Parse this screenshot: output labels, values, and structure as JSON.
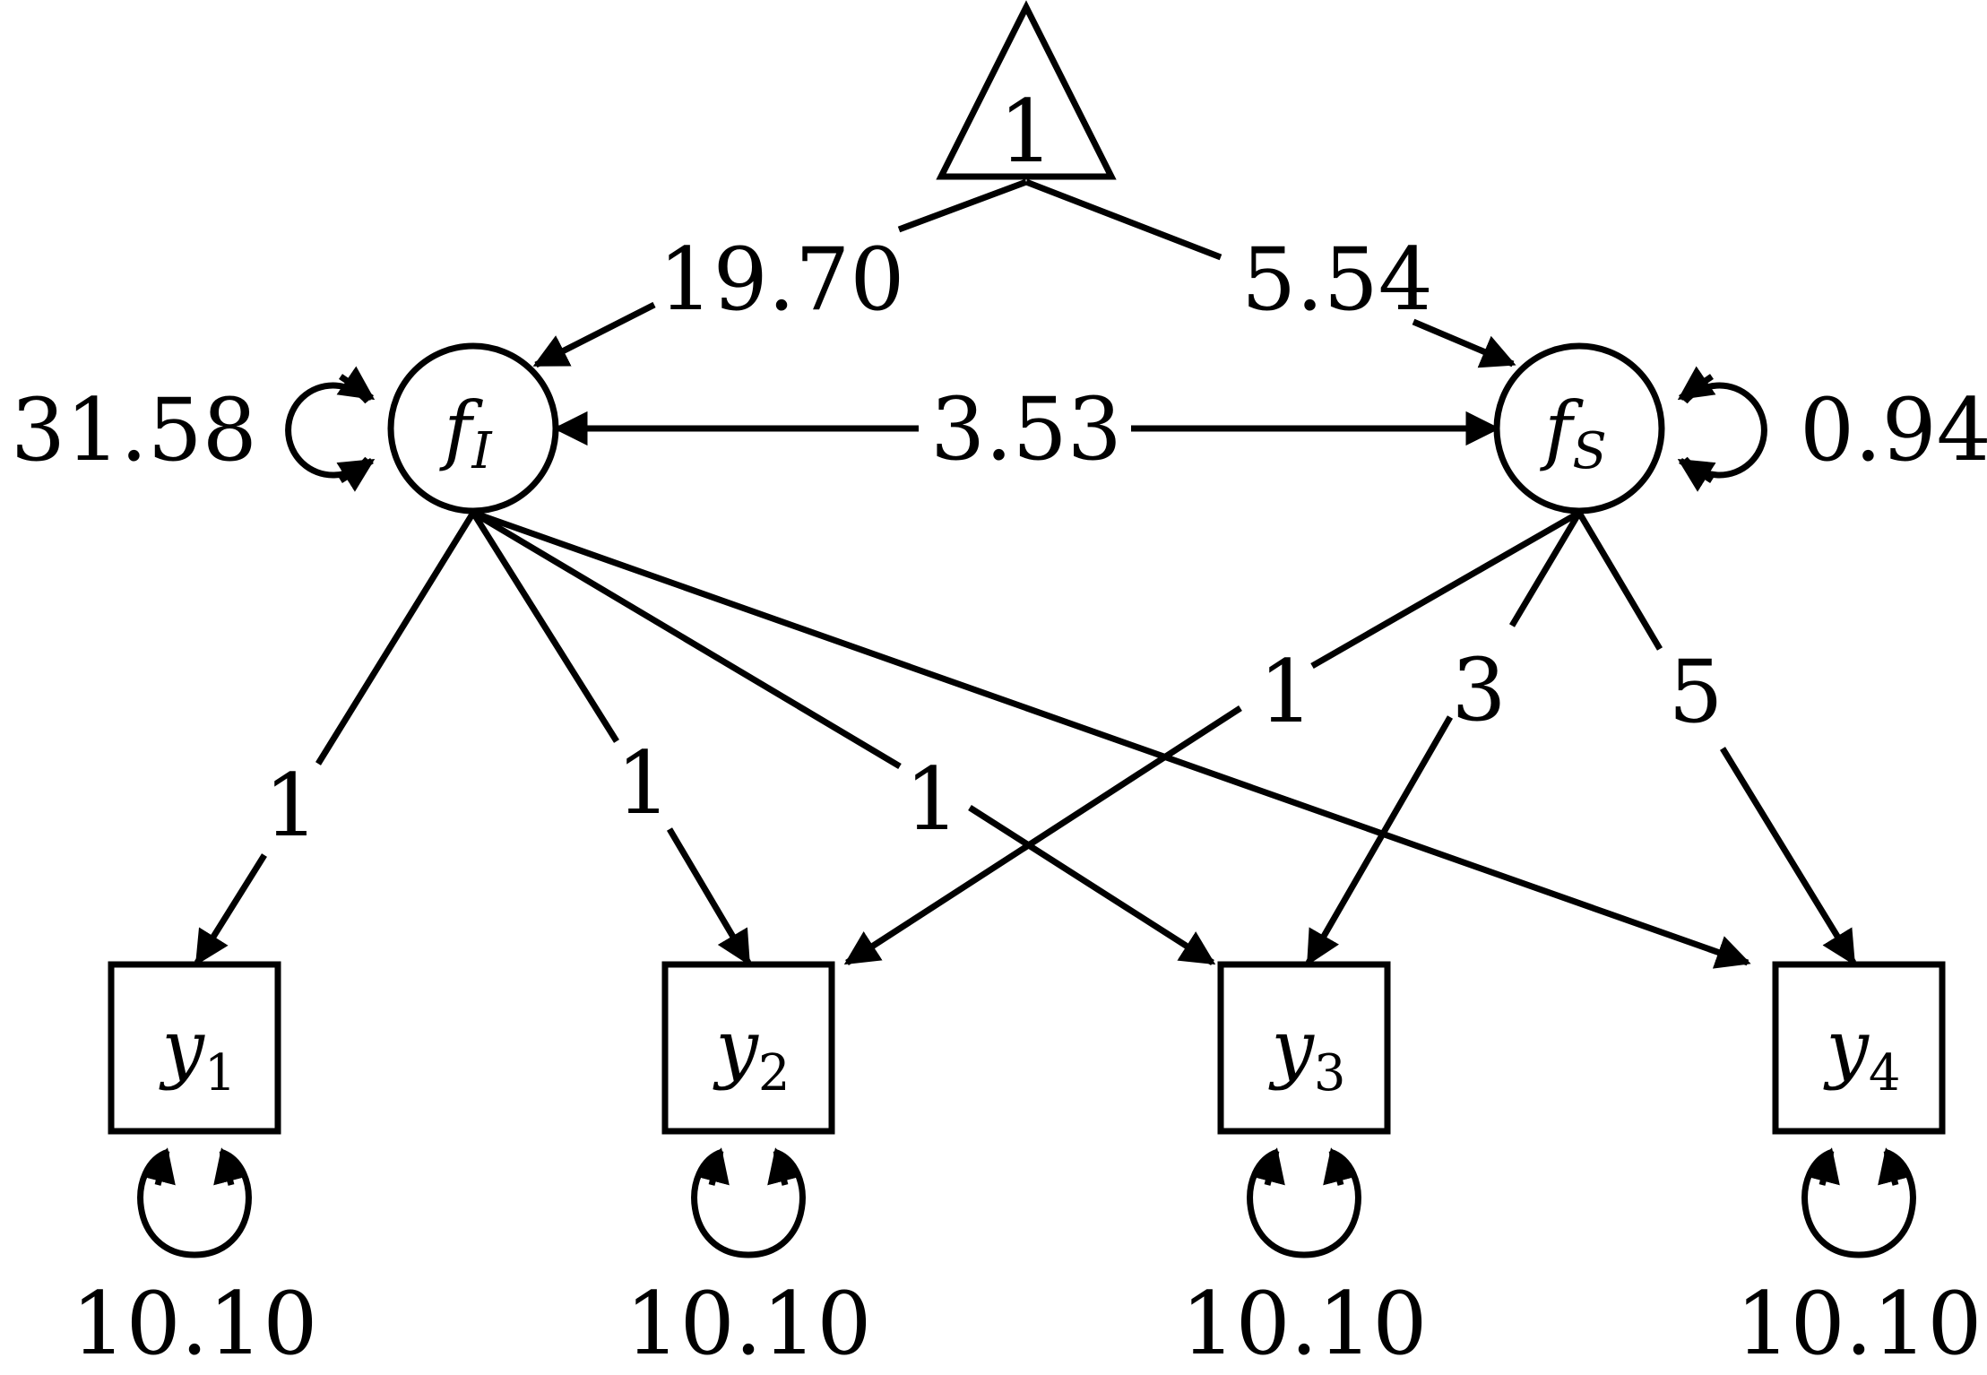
{
  "constant": {
    "label": "1"
  },
  "factors": {
    "intercept": {
      "symbol": "f",
      "subscript": "I",
      "variance": "31.58",
      "mean": "19.70"
    },
    "slope": {
      "symbol": "f",
      "subscript": "S",
      "variance": "0.94",
      "mean": "5.54"
    }
  },
  "covariance": "3.53",
  "observed": [
    {
      "symbol": "y",
      "subscript": "1",
      "residual": "10.10",
      "intercept_loading": "1",
      "slope_loading": ""
    },
    {
      "symbol": "y",
      "subscript": "2",
      "residual": "10.10",
      "intercept_loading": "1",
      "slope_loading": "1"
    },
    {
      "symbol": "y",
      "subscript": "3",
      "residual": "10.10",
      "intercept_loading": "1",
      "slope_loading": "3"
    },
    {
      "symbol": "y",
      "subscript": "4",
      "residual": "10.10",
      "intercept_loading": "",
      "slope_loading": "5"
    }
  ]
}
